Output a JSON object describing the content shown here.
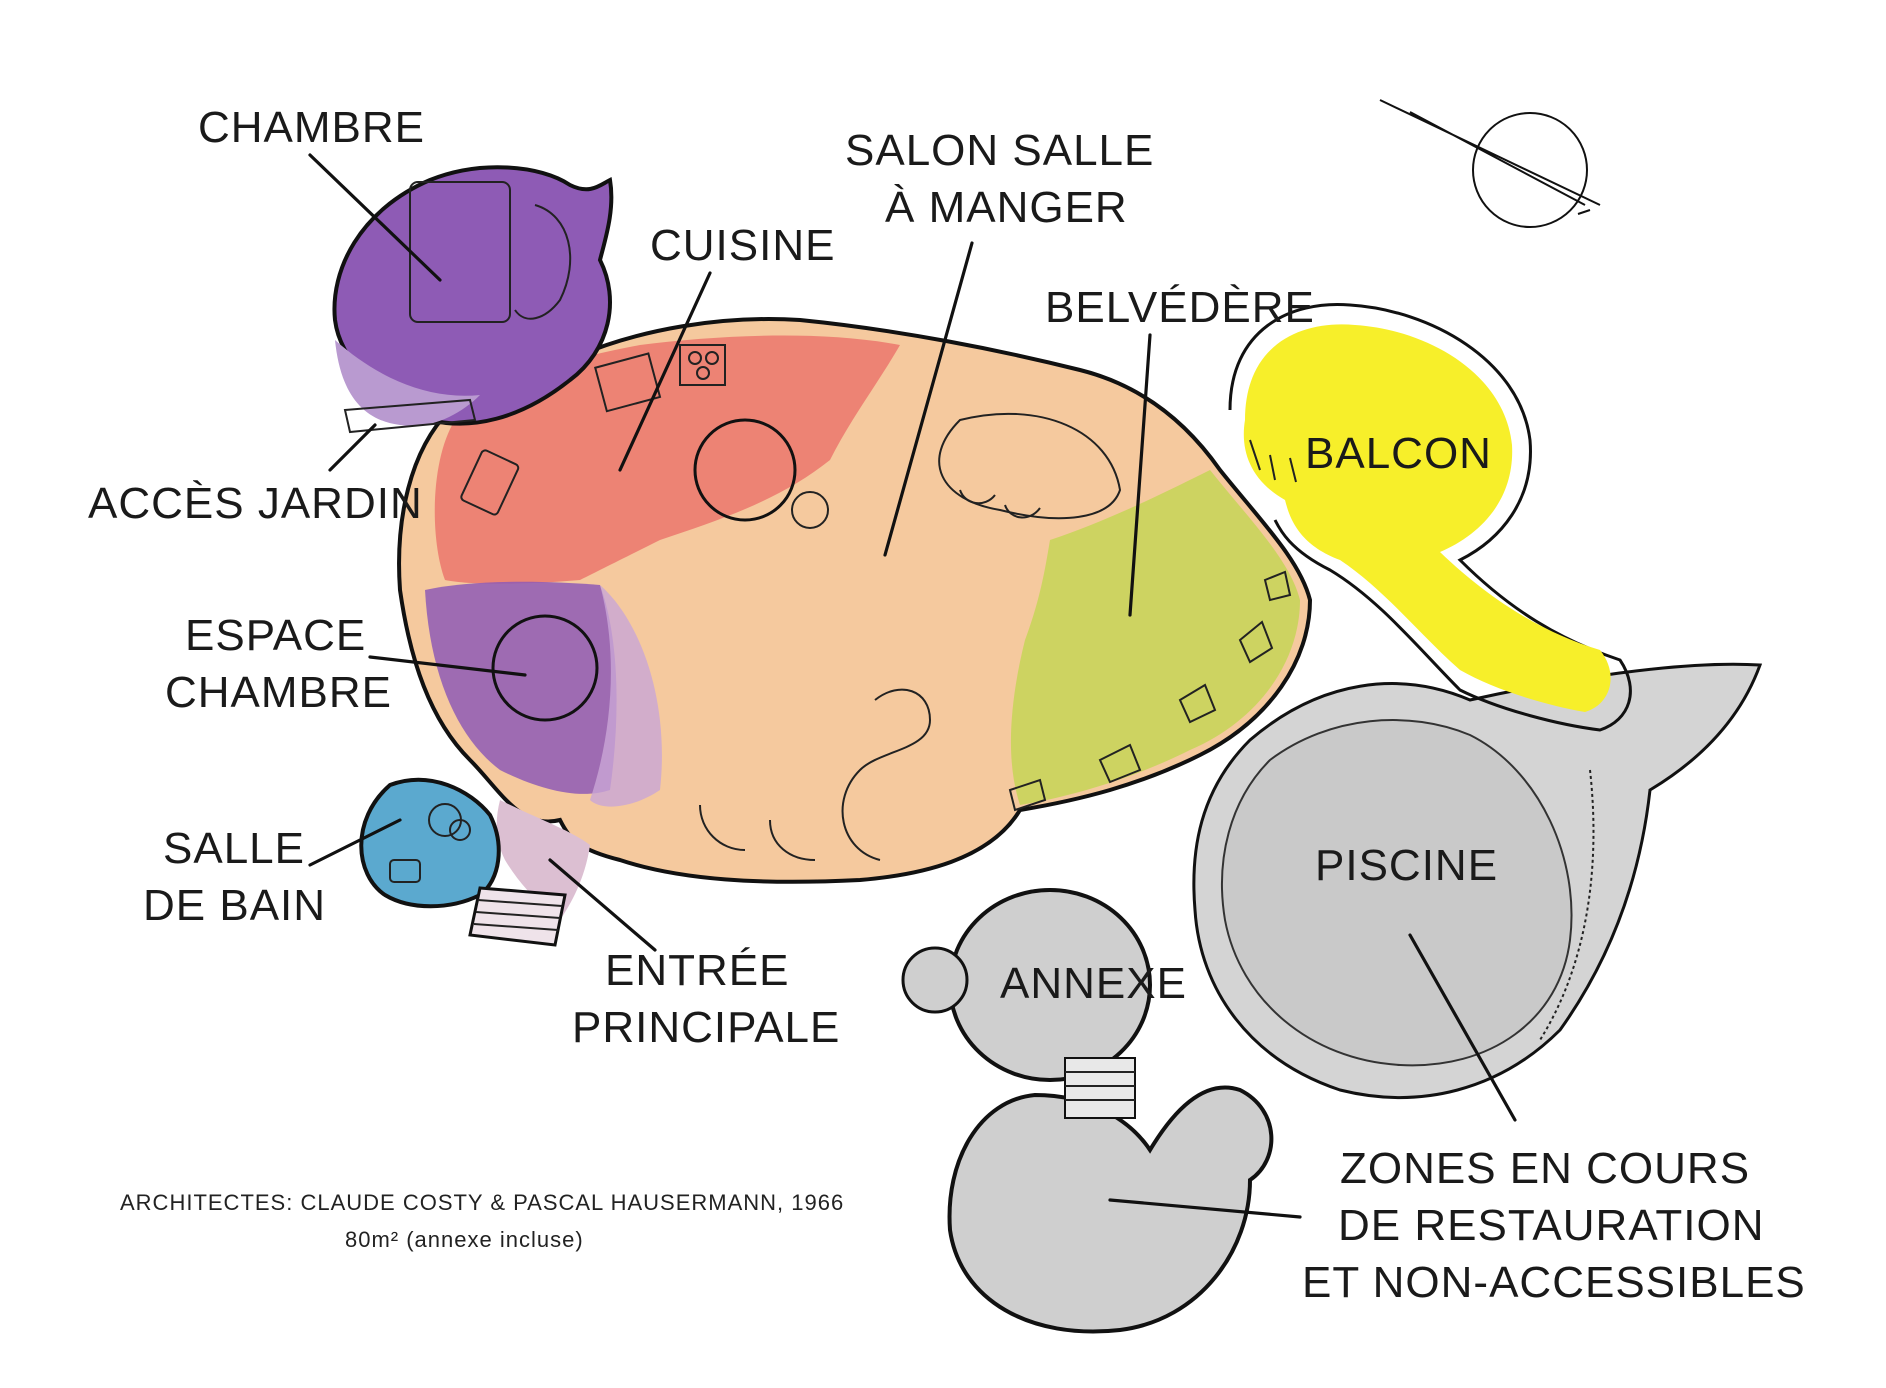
{
  "colors": {
    "chambre": "#8e5bb5",
    "chambre_light": "#b99ad0",
    "cuisine": "#ec7b6f",
    "salon": "#f5c99e",
    "belvedere": "#c9d45a",
    "balcon": "#f7ef2a",
    "salle_de_bain": "#5ba9cf",
    "entree": "#dcbfd2",
    "annexe": "#cfcfcf",
    "piscine": "#d4d4d4"
  },
  "labels": {
    "chambre": "CHAMBRE",
    "acces_jardin": "ACCÈS JARDIN",
    "espace_chambre_1": "ESPACE",
    "espace_chambre_2": "CHAMBRE",
    "salle_de_bain_1": "SALLE",
    "salle_de_bain_2": "DE BAIN",
    "cuisine": "CUISINE",
    "salon_1": "SALON SALLE",
    "salon_2": "À MANGER",
    "belvedere": "BELVÉDÈRE",
    "balcon": "BALCON",
    "entree_1": "ENTRÉE",
    "entree_2": "PRINCIPALE",
    "piscine": "PISCINE",
    "annexe": "ANNEXE",
    "zones_1": "ZONES EN COURS",
    "zones_2": "DE RESTAURATION",
    "zones_3": "ET NON-ACCESSIBLES"
  },
  "credits": {
    "architects": "ARCHITECTES: CLAUDE COSTY & PASCAL HAUSERMANN, 1966",
    "area": "80m² (annexe incluse)"
  },
  "compass_icon": "north-arrow-icon"
}
